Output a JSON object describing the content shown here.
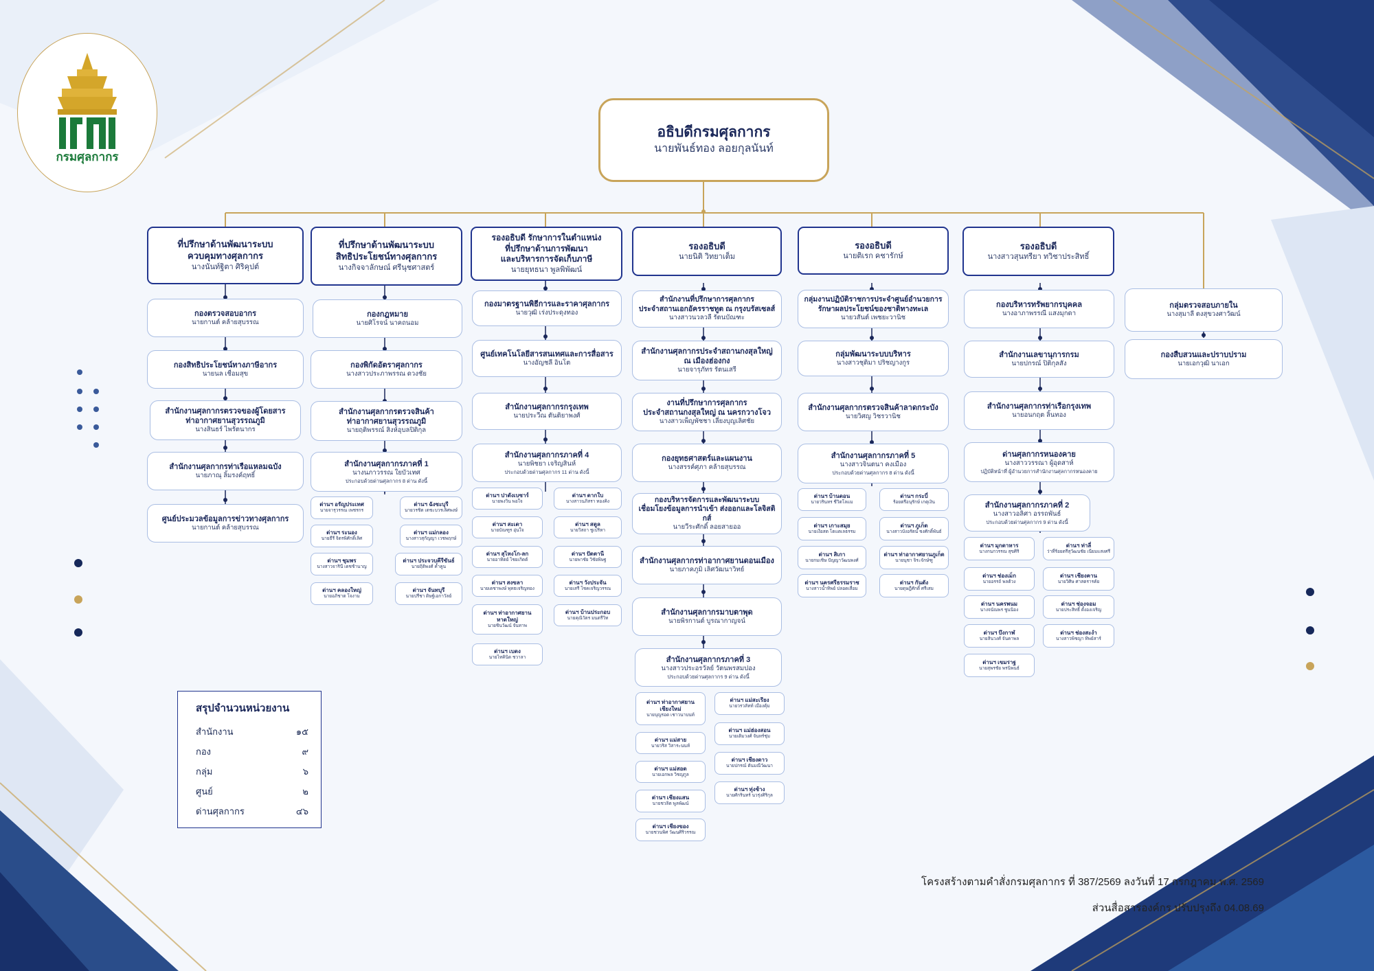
{
  "logo": {
    "text": "กรมศุลกากร",
    "icon": "customs-emblem"
  },
  "colors": {
    "navy": "#20348e",
    "gold": "#c8a45a",
    "light_border": "#a9bde3",
    "connector": "#1a2759"
  },
  "director": {
    "title": "อธิบดีกรมศุลกากร",
    "name": "นายพันธ์ทอง ลอยกุลนันท์"
  },
  "col1": [
    {
      "title": "ที่ปรึกษาด้านพัฒนาระบบ\nควบคุมทางศุลกากร",
      "name": "นางนันท์ฐิตา ศิริคุปต์"
    },
    {
      "title": "กองตรวจสอบอากร",
      "name": "นายกานต์ คล้ายสุบรรณ"
    },
    {
      "title": "กองสิทธิประโยชน์ทางภาษีอากร",
      "name": "นายนล เชื่อมสุข"
    },
    {
      "title": "สำนักงานศุลกากรตรวจของผู้โดยสาร\nท่าอากาศยานสุวรรณภูมิ",
      "name": "นางสินธร์ ไพรัตนากร"
    },
    {
      "title": "สำนักงานศุลกากรท่าเรือแหลมฉบัง",
      "name": "นายภาณุ ลิ้มรงค์ฤทธิ์"
    },
    {
      "title": "ศูนย์ประมวลข้อมูลการข่าวทางศุลกากร",
      "name": "นายกานต์ คล้ายสุบรรณ"
    }
  ],
  "col2": [
    {
      "title": "ที่ปรึกษาด้านพัฒนาระบบ\nสิทธิประโยชน์ทางศุลกากร",
      "name": "นางกิจจาลักษณ์ ศรีนุชศาสตร์"
    },
    {
      "title": "กองกฎหมาย",
      "name": "นายศิโรจน์ นาคถนอม"
    },
    {
      "title": "กองพิกัดอัตราศุลกากร",
      "name": "นางสาวประภาพรรณ ดวงชัย"
    },
    {
      "title": "สำนักงานศุลกากรตรวจสินค้า\nท่าอากาศยานสุวรรณภูมิ",
      "name": "นายฤติพรรณ์ สิงห์อุบลปิติกุล"
    },
    {
      "title": "สำนักงานศุลกากรภาคที่ 1",
      "name": "นางนภาวรรณ ใยบัวเทศ",
      "sub": "ประกอบด้วยด่านศุลกากร 8 ด่าน ดังนี้"
    }
  ],
  "col2_posts": [
    {
      "title": "ด่านฯ อรัญประเทศ",
      "name": "นายจารุวรรณ เพชรกร"
    },
    {
      "title": "ด่านฯ ฉังซะบุรี",
      "name": "นายวรชิต เตชะบวรเลิศพงษ์"
    },
    {
      "title": "ด่านฯ ระนอง",
      "name": "นายธีรี จิตรพิศักดิ์เลิศ"
    },
    {
      "title": "ด่านฯ แม่กลอง",
      "name": "นางสาวสุกัญญา เวชพฤกษ์"
    },
    {
      "title": "ด่านฯ ชุมพร",
      "name": "นางสาวจารินี เดชช้านาญ"
    },
    {
      "title": "ด่านฯ ประจวบคีรีขันธ์",
      "name": "นายฤิติพงศ์ ค้ำคูน"
    },
    {
      "title": "ด่านฯ คลองใหญ่",
      "name": "นายอภิชาต โจงาม"
    },
    {
      "title": "ด่านฯ จันทบุรี",
      "name": "นายปรีชา ดิษฐ์เอกาวัลย์"
    }
  ],
  "col3": [
    {
      "title": "รองอธิบดี รักษาการในตำแหน่ง\nที่ปรึกษาด้านการพัฒนา\nและบริหารการจัดเก็บภาษี",
      "name": "นายยุทธนา พูลพิพัฒน์"
    },
    {
      "title": "กองมาตรฐานพิธีการและราคาศุลกากร",
      "name": "นายวุฒิ เร่งประดุงทอง"
    },
    {
      "title": "ศูนย์เทคโนโลยีสารสนเทศและการสื่อสาร",
      "name": "นางอัญชลี อินโต"
    },
    {
      "title": "สำนักงานศุลกากรกรุงเทพ",
      "name": "นายประวีณ ตันติยาพงศ์"
    },
    {
      "title": "สำนักงานศุลกากรภาคที่ 4",
      "name": "นายพิชยา เจริญสินห์",
      "sub": "ประกอบด้วยด่านศุลกากร 11 ด่าน ดังนี้"
    }
  ],
  "col3_posts": [
    {
      "title": "ด่านฯ ปาดังเบซาร์",
      "name": "นายพงวิน พอใจ"
    },
    {
      "title": "ด่านฯ ตากใบ",
      "name": "นางสาวนภิสรา ทองคิง"
    },
    {
      "title": "ด่านฯ สะเดา",
      "name": "นายบัณฑูร อุ่นใจ"
    },
    {
      "title": "ด่านฯ สตูล",
      "name": "นายวิสถา ชูเปริหา"
    },
    {
      "title": "ด่านฯ สุไหงโก-ลก",
      "name": "นายอาทิตย์ ไชยเกิดต์"
    },
    {
      "title": "ด่านฯ ปัตตานี",
      "name": "นายพาชัย วิชัยพิษฐ"
    },
    {
      "title": "ด่านฯ สงขลา",
      "name": "นายเดชาพงษ์ พุทธเจริญทอง"
    },
    {
      "title": "ด่านฯ วังประจัน",
      "name": "นายเสรี โชคเจริญวรรณ"
    },
    {
      "title": "ด่านฯ ท่าอากาศยาน\nหาดใหญ่",
      "name": "นายชินวัฒน์ จันทาพ"
    },
    {
      "title": "ด่านฯ บ้านประกอบ",
      "name": "นายคุณิวัตร มนตรีวิท"
    },
    {
      "title": "ด่านฯ เบตง",
      "name": "นายไทคินิด ชวาลา"
    }
  ],
  "col4": [
    {
      "title": "รองอธิบดี",
      "name": "นายนิติ วิทยาเต็ม"
    },
    {
      "title": "สำนักงานที่ปรึกษาการศุลกากร\nประจำสถานเอกอัครราชทูต ณ กรุงบรัสเซลส์",
      "name": "นางสาวนวลวลี รัตนบัณฑะ"
    },
    {
      "title": "สำนักงานศุลกากรประจำสถานกงสุลใหญ่\nณ เมืองฮ่องกง",
      "name": "นายจารุภัทร รัตนเสรี"
    },
    {
      "title": "งานที่ปรึกษาการศุลกากร\nประจำสถานกงสุลใหญ่ ณ นครกวางโจว",
      "name": "นางสาวเพ็ญพัชชา เลี่ยงบุญเลิศชัย"
    },
    {
      "title": "กองยุทธศาสตร์และแผนงาน",
      "name": "นางสรรค์ศุภา คล้ายสุบรรณ"
    },
    {
      "title": "กองบริหารจัดการและพัฒนาระบบ\nเชื่อมโยงข้อมูลการนำเข้า ส่งออกและโลจิสติกส์",
      "name": "นายวีระศักดิ์ ลอยสายออ"
    },
    {
      "title": "สำนักงานศุลกากรท่าอากาศยานดอนเมือง",
      "name": "นายภาคภูมิ เลิศวัฒนาวิทย์"
    },
    {
      "title": "สำนักงานศุลกากรมาบตาพุด",
      "name": "นายพิรกานต์ บูรณากาญจน์"
    },
    {
      "title": "สำนักงานศุลกากรภาคที่ 3",
      "name": "นางสาวประอรวัลย์ วัตนพรสมปอง",
      "sub": "ประกอบด้วยด่านศุลกากร 9 ด่าน ดังนี้"
    }
  ],
  "col4_posts": [
    {
      "title": "ด่านฯ ท่าอากาศยาน\nเชียงใหม่",
      "name": "นายบุญรอด เชาวนาบนท์"
    },
    {
      "title": "ด่านฯ แม่สะเรียง",
      "name": "นายวรวลัทท์ เมืองคุ้ม"
    },
    {
      "title": "ด่านฯ แม่สาย",
      "name": "นายวริส วิสาระนนท์"
    },
    {
      "title": "ด่านฯ แม่ฮ่องสอน",
      "name": "นายเติมวงศ์ จันทร์ชุ่ม"
    },
    {
      "title": "ด่านฯ แม่สอด",
      "name": "นายเอกพล วิชญกูล"
    },
    {
      "title": "ด่านฯ เชียงดาว",
      "name": "นายปกรณ์ ตันมณีวัฒนา"
    },
    {
      "title": "ด่านฯ เชียงแสน",
      "name": "นายชวลิต พูลพัฒน์"
    },
    {
      "title": "ด่านฯ ทุ่งช้าง",
      "name": "นายศักรินทร์ นวรุ่งศิริกุล"
    },
    {
      "title": "ด่านฯ เชียงของ",
      "name": "นายชวนพิศ วัฒนศิริวรรณ"
    }
  ],
  "col5": [
    {
      "title": "รองอธิบดี",
      "name": "นายติเรก คชารักษ์"
    },
    {
      "title": "กลุ่มงานปฏิบัติราชการประจำศูนย์อำนวยการ\nรักษาผลประโยชน์ของชาติทางทะเล",
      "name": "นายวสันต์ เพชยะวานิช"
    },
    {
      "title": "กลุ่มพัฒนาระบบบริหาร",
      "name": "นางสาวชุติมา ปริชญางกูร"
    },
    {
      "title": "สำนักงานศุลกากรตรวจสินค้าลาดกระบัง",
      "name": "นายวิศญ วิชรวานิช"
    },
    {
      "title": "สำนักงานศุลกากรภาคที่ 5",
      "name": "นางสาวจินตนา คงเมือง",
      "sub": "ประกอบด้วยด่านศุลกากร 8 ด่าน ดังนี้"
    }
  ],
  "col5_posts": [
    {
      "title": "ด่านฯ บ้านดอน",
      "name": "นายวรินทร ชีวิตโลแม"
    },
    {
      "title": "ด่านฯ กระบี่",
      "name": "ร้อยตรีอนุรักษ์ เกตุเงิน"
    },
    {
      "title": "ด่านฯ เกาะสมุย",
      "name": "นายเงือสต โตแตเลธรรม"
    },
    {
      "title": "ด่านฯ ภูเก็ต",
      "name": "นางสาวบังอรัตน์ ชงศักดิ์พันธ์"
    },
    {
      "title": "ด่านฯ สิเกา",
      "name": "นายกมเชิษ ปัญญาวัฒนพงศ์"
    },
    {
      "title": "ด่านฯ ท่าอากาศยานภูเก็ต",
      "name": "นายนุชา จิระจักษ์ฑู"
    },
    {
      "title": "ด่านฯ นครศรีธรรมราช",
      "name": "นางสาวน้ำทิพย์ ปลอดเสื่อม"
    },
    {
      "title": "ด่านฯ กันตัง",
      "name": "นายดุษฎีศักดิ์ ศรีเสม"
    }
  ],
  "col6": [
    {
      "title": "รองอธิบดี",
      "name": "นางสาวสุนทรียา ทวิชาประสิทธิ์"
    },
    {
      "title": "กองบริหารทรัพยากรบุคคล",
      "name": "นางอาภาพรรณี แสงมุกดา"
    },
    {
      "title": "สำนักงานเลขานุการกรม",
      "name": "นายปกรณ์ ปิติกุลสัง"
    },
    {
      "title": "สำนักงานศุลกากรท่าเรือกรุงเทพ",
      "name": "นายอนกฤต ลิ้นทอง"
    },
    {
      "title": "ด่านศุลกากรหนองคาย",
      "name": "นางสาววรรณา ผู้อุดสาห์",
      "sub": "ปฏิบัติหน้าที่ ผู้อำนวยการสำนักงานศุลกากรหนองคาย"
    },
    {
      "title": "สำนักงานศุลกากรภาคที่ 2",
      "name": "นางสาวอลิศา อรรถพันธ์",
      "sub": "ประกอบด้วยด่านศุลกากร 9 ด่าน ดังนี้"
    }
  ],
  "col6_posts": [
    {
      "title": "ด่านฯ มุกดาหาร",
      "name": "นางกนกวรรณ สุขศิริ"
    },
    {
      "title": "ด่านฯ ท่าลี่",
      "name": "ว่าที่ร้อยตรีสุวัฒนชัย เนียมแสงศรี"
    },
    {
      "title": "ด่านฯ ช่องเม็ก",
      "name": "นายอรรถ์ พลต้วง"
    },
    {
      "title": "ด่านฯ เชียงคาน",
      "name": "นายวิศิษ ศาสตรารคัย"
    },
    {
      "title": "ด่านฯ นครพนม",
      "name": "นางจนัณพร ชูนนิอง"
    },
    {
      "title": "ด่านฯ ช่องจอม",
      "name": "นายประสิทธิ์ ตั้งองเจริญ"
    },
    {
      "title": "ด่านฯ บึงกาฬ",
      "name": "นายสินวงศ์ จันคาพล"
    },
    {
      "title": "ด่านฯ ช่องสะงำ",
      "name": "นางสาวพิชญา ทิพย์สาร์"
    },
    {
      "title": "ด่านฯ เขมราฐ",
      "name": "นายสุพรชัย พรนิพนธ์"
    }
  ],
  "col7": [
    {
      "title": "กลุ่มตรวจสอบภายใน",
      "name": "นางสุมาลี ตงสุขวงศาวัฒน์"
    },
    {
      "title": "กองสืบสวนและปราบปราม",
      "name": "นายเอกวุฒิ นาเอก"
    }
  ],
  "summary": {
    "title": "สรุปจำนวนหน่วยงาน",
    "rows": [
      {
        "label": "สำนักงาน",
        "value": "๑๕"
      },
      {
        "label": "กอง",
        "value": "๙"
      },
      {
        "label": "กลุ่ม",
        "value": "๖"
      },
      {
        "label": "ศูนย์",
        "value": "๒"
      },
      {
        "label": "ด่านศุลกากร",
        "value": "๔๖"
      }
    ]
  },
  "footer": {
    "line1": "โครงสร้างตามคำสั่งกรมศุลกากร ที่ 387/2569 ลงวันที่ 17 กรกฎาคม พ.ศ. 2569",
    "line2": "ส่วนสื่อสารองค์กร ปรับปรุงถึง 04.08.69"
  }
}
